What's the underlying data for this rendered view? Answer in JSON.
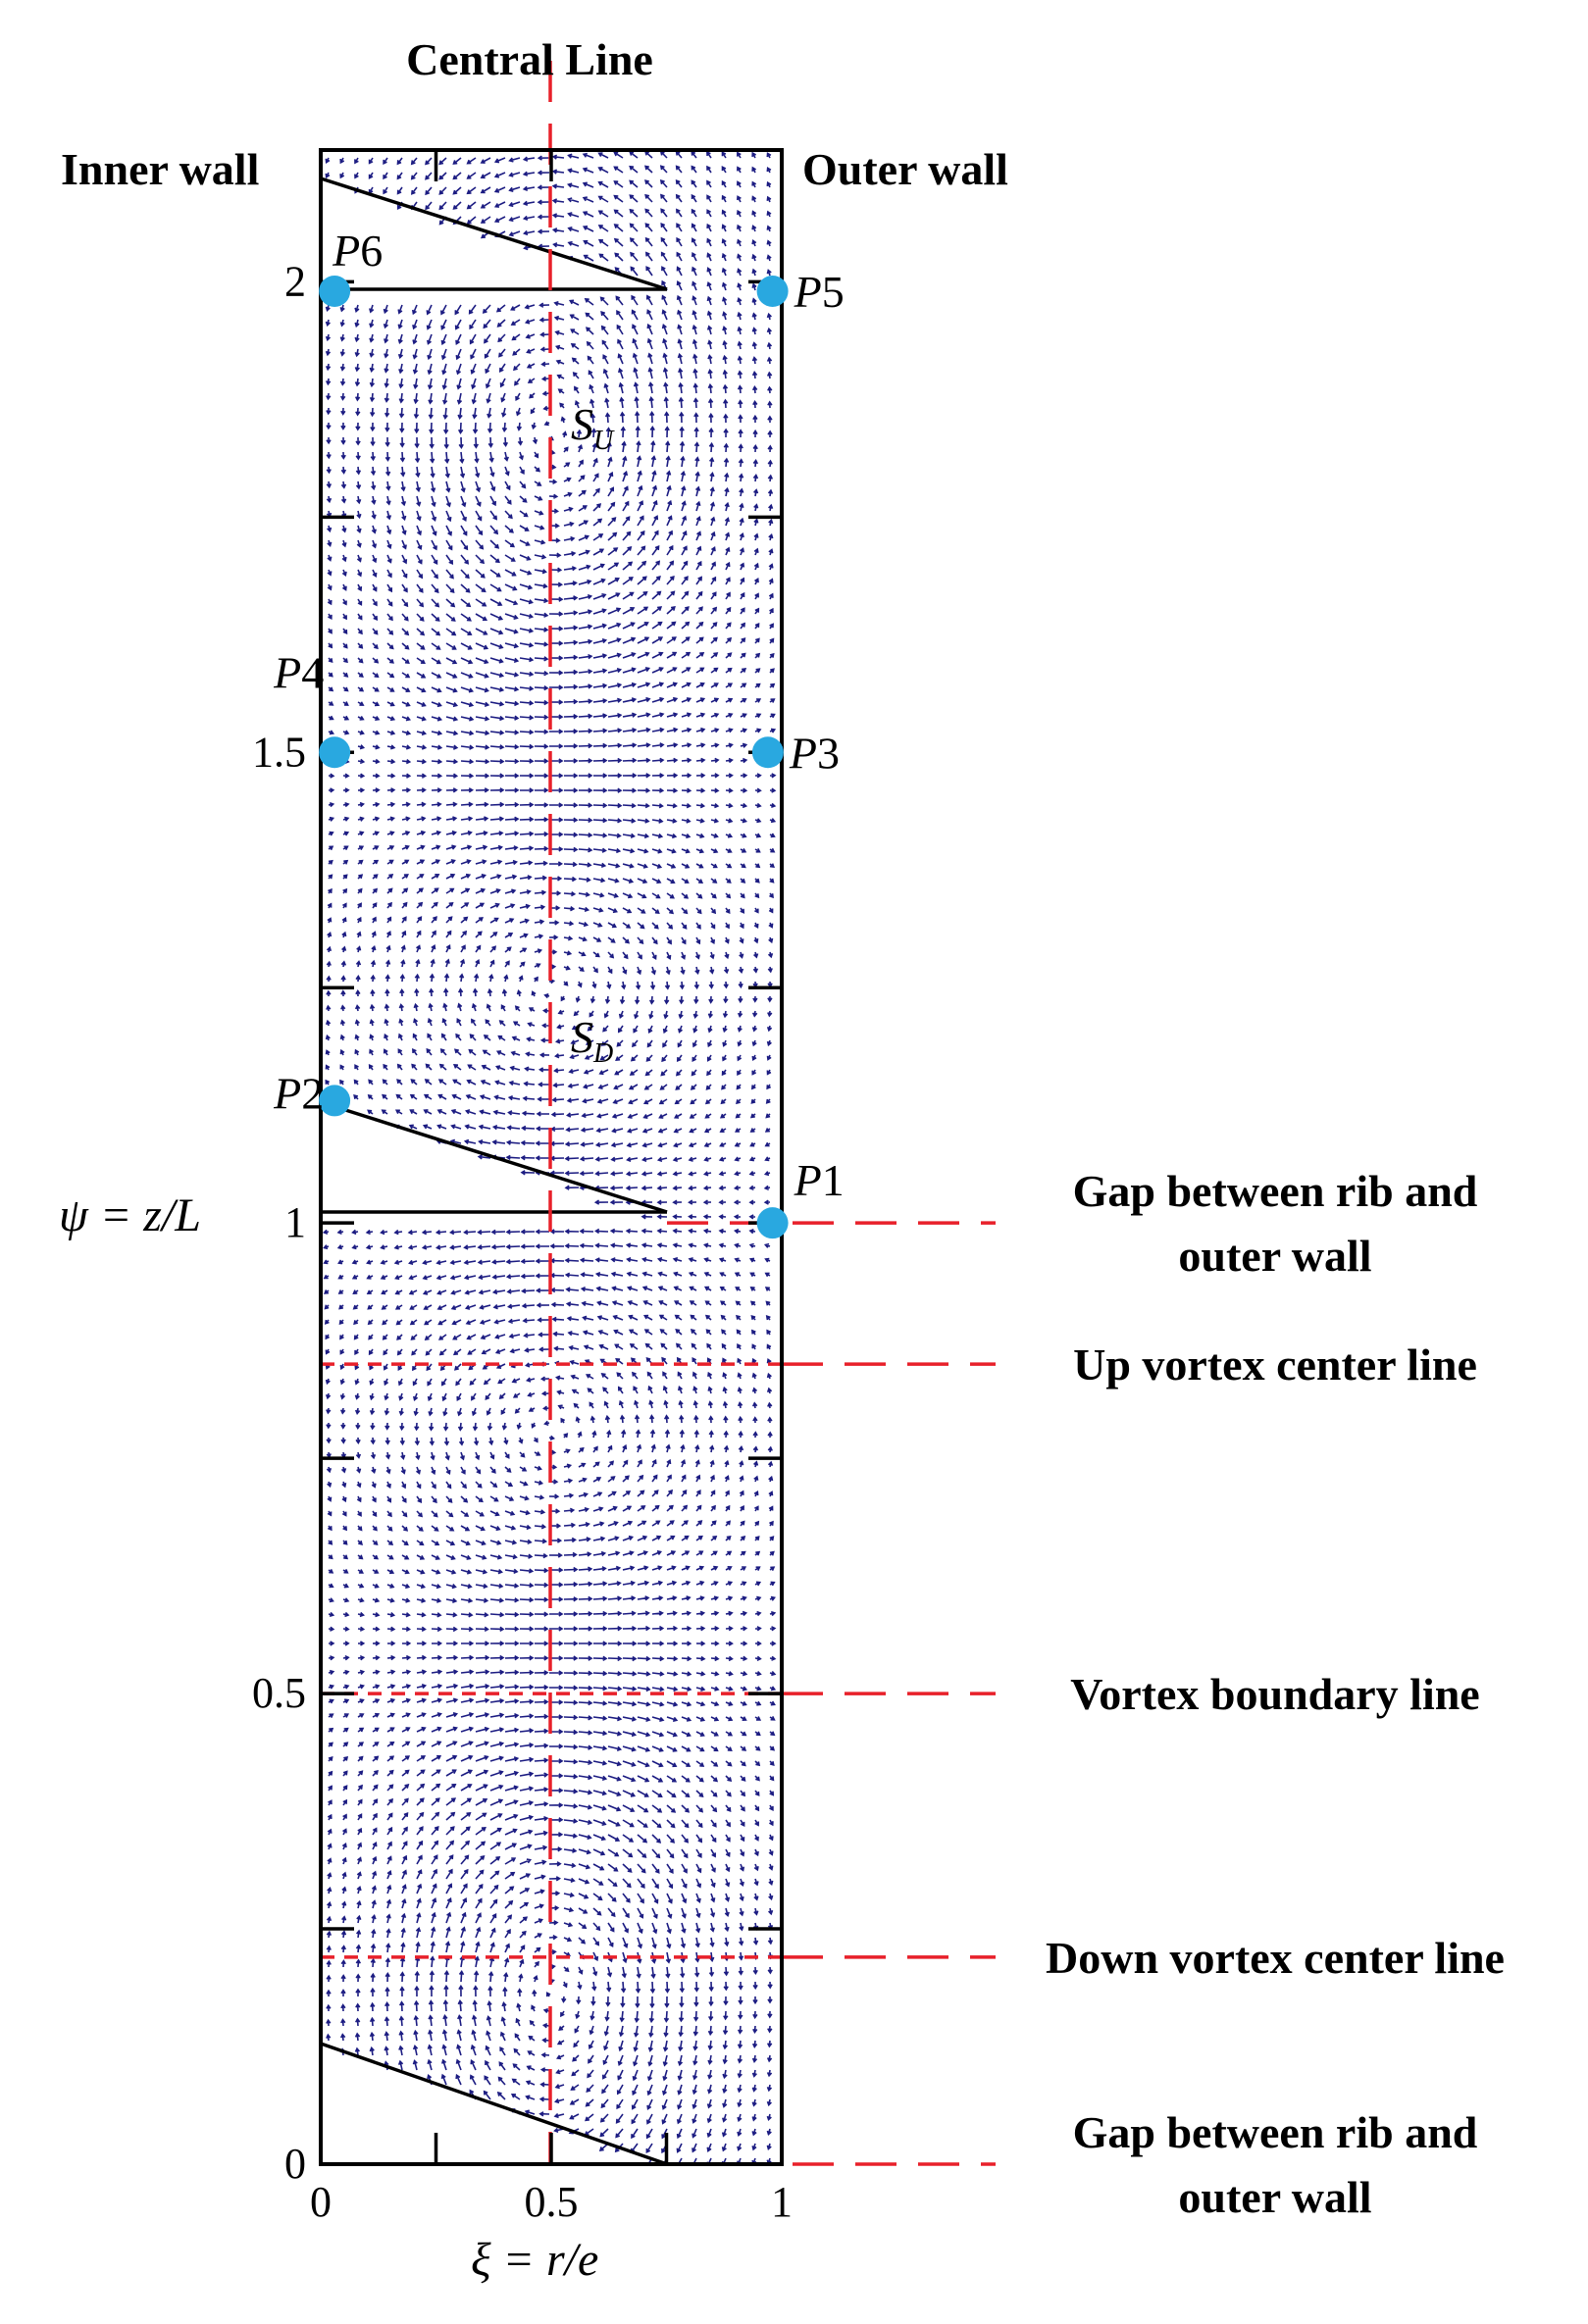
{
  "labels": {
    "central_line": "Central Line",
    "inner_wall": "Inner wall",
    "outer_wall": "Outer wall",
    "y_axis_title": "ψ = z/L",
    "x_axis_title": "ξ = r/e",
    "su_main": "S",
    "su_sub": "U",
    "sd_main": "S",
    "sd_sub": "D"
  },
  "x_ticks": [
    {
      "value": 0,
      "label": "0"
    },
    {
      "value": 0.5,
      "label": "0.5"
    },
    {
      "value": 1,
      "label": "1"
    }
  ],
  "y_ticks": [
    {
      "value": 0,
      "label": "0"
    },
    {
      "value": 0.5,
      "label": "0.5"
    },
    {
      "value": 1,
      "label": "1"
    },
    {
      "value": 1.5,
      "label": "1.5"
    },
    {
      "value": 2,
      "label": "2"
    }
  ],
  "points": [
    {
      "id": "P1",
      "letter": "P",
      "num": "1",
      "xi": 0.98,
      "psi": 1.0
    },
    {
      "id": "P2",
      "letter": "P",
      "num": "2",
      "xi": 0.03,
      "psi": 1.13
    },
    {
      "id": "P3",
      "letter": "P",
      "num": "3",
      "xi": 0.97,
      "psi": 1.5
    },
    {
      "id": "P4",
      "letter": "P",
      "num": "4",
      "xi": 0.03,
      "psi": 1.5
    },
    {
      "id": "P5",
      "letter": "P",
      "num": "5",
      "xi": 0.98,
      "psi": 1.99
    },
    {
      "id": "P6",
      "letter": "P",
      "num": "6",
      "xi": 0.03,
      "psi": 1.99
    }
  ],
  "annotations": [
    {
      "key": "gap_top",
      "lines": [
        "Gap between rib and",
        "outer wall"
      ],
      "psi": 1.0
    },
    {
      "key": "up_vortex",
      "lines": [
        "Up vortex center line"
      ],
      "psi": 0.85
    },
    {
      "key": "vortex_boundary",
      "lines": [
        "Vortex boundary line"
      ],
      "psi": 0.5
    },
    {
      "key": "down_vortex",
      "lines": [
        "Down vortex center line"
      ],
      "psi": 0.22
    },
    {
      "key": "gap_bottom",
      "lines": [
        "Gap between rib and",
        "outer wall"
      ],
      "psi": 0.0
    }
  ],
  "colors": {
    "vector": "#1c1c82",
    "dashed_line": "#e8202a",
    "point_fill": "#29a8e0"
  }
}
